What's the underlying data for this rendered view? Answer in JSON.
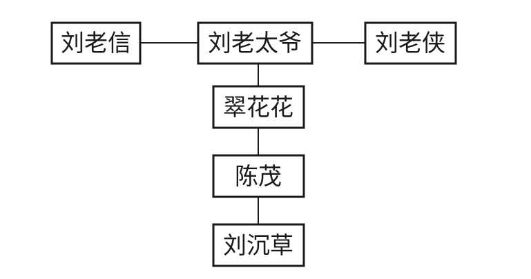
{
  "diagram": {
    "nodes": {
      "patriarch": "刘老太爷",
      "left": "刘老信",
      "right": "刘老侠",
      "spouse": "翠花花",
      "child": "陈茂",
      "grandchild": "刘沉草"
    },
    "colors": {
      "stroke": "#1a1a1a",
      "fill": "#ffffff",
      "background": "#ffffff"
    }
  }
}
